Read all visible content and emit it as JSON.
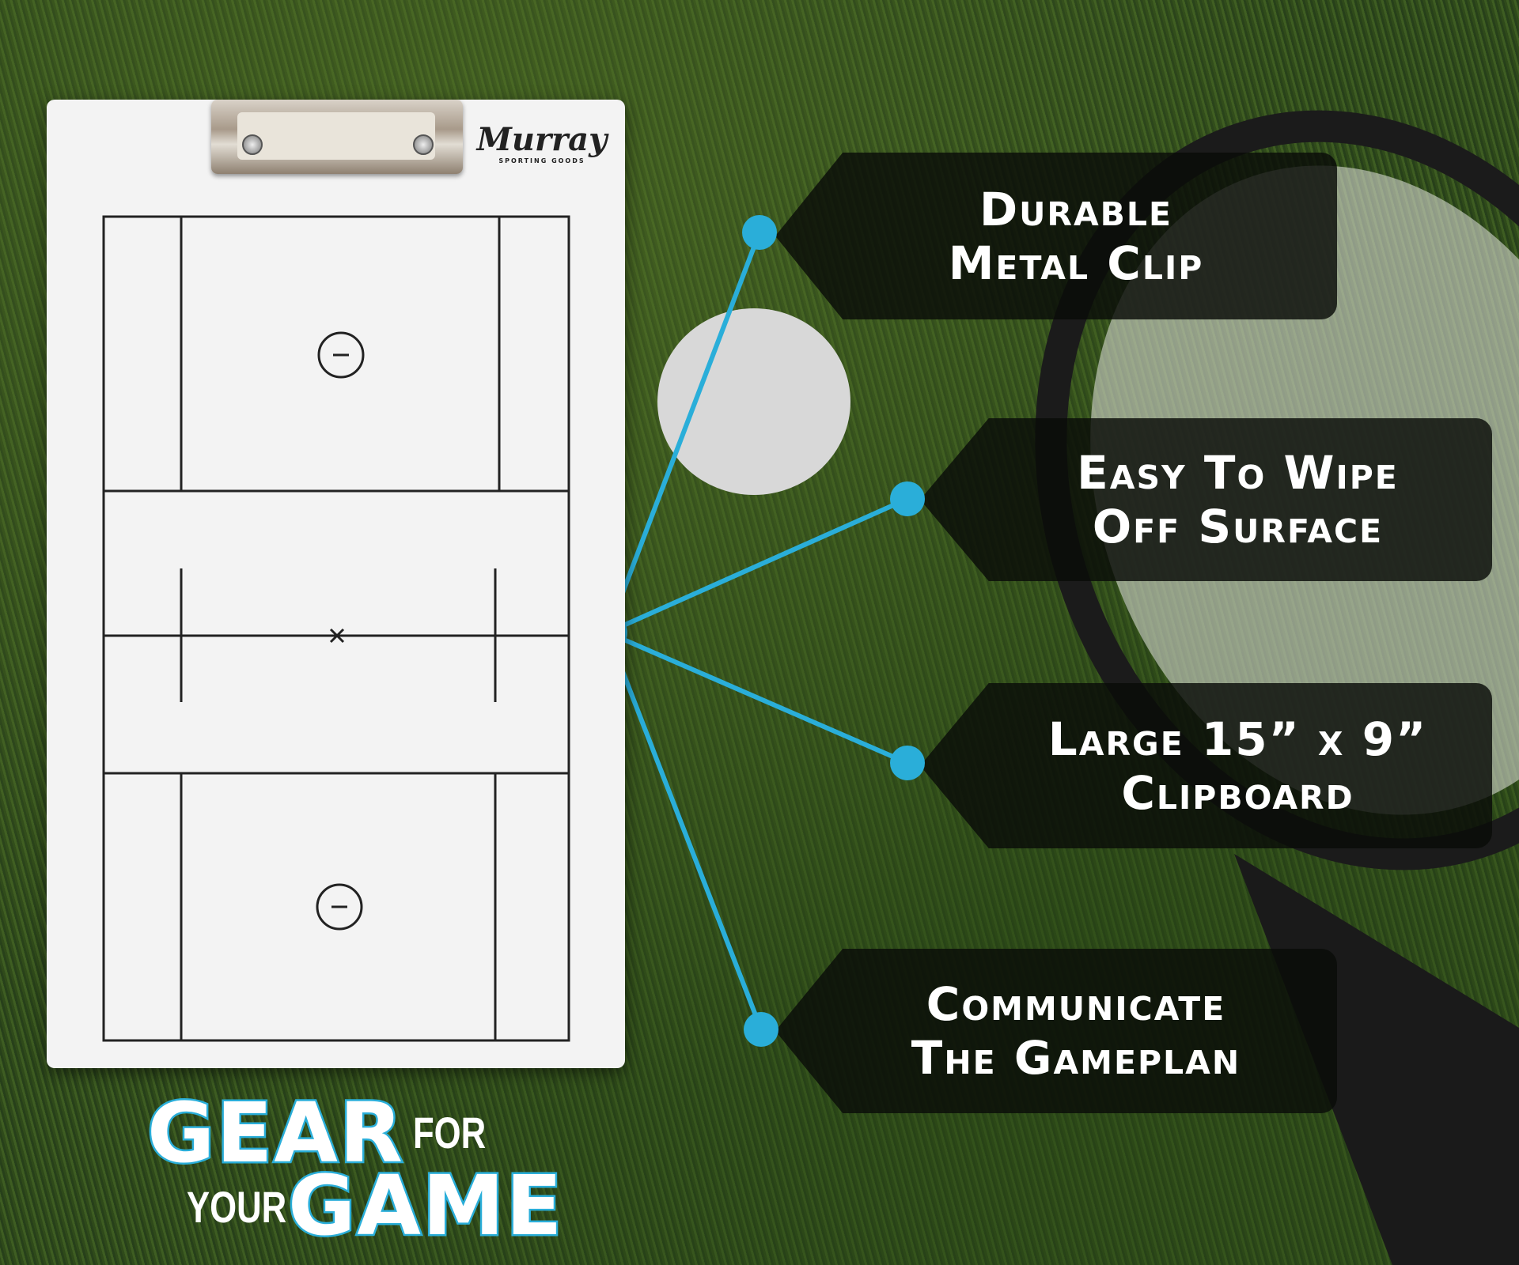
{
  "brand": {
    "name": "Murray",
    "subtitle": "SPORTING GOODS"
  },
  "features": [
    {
      "line1": "Durable",
      "line2": "Metal Clip"
    },
    {
      "line1": "Easy To Wipe",
      "line2": "Off Surface"
    },
    {
      "line1": "Large 15” x 9”",
      "line2": "Clipboard"
    },
    {
      "line1": "Communicate",
      "line2": "The Gameplan"
    }
  ],
  "tagline": {
    "w1": "GEAR",
    "w2": "FOR",
    "w3": "YOUR",
    "w4": "GAME"
  },
  "colors": {
    "accent": "#2aaed9",
    "callout_bg": "#0a0c08",
    "board": "#f3f3f3"
  }
}
